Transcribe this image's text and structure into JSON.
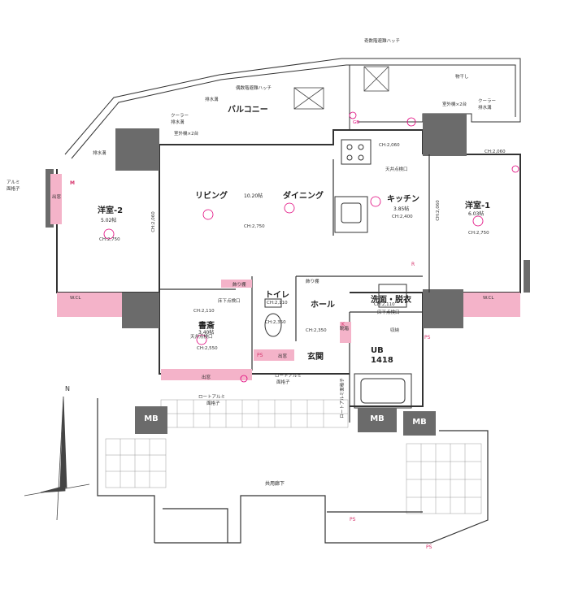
{
  "rooms": {
    "balcony": "バルコニー",
    "living": "リビング",
    "living_size": "10.20帖",
    "dining": "ダイニング",
    "kitchen": "キッチン",
    "kitchen_size": "3.85帖",
    "bedroom2": "洋室-2",
    "bedroom2_size": "5.02帖",
    "bedroom1": "洋室-1",
    "bedroom1_size": "6.03帖",
    "study": "書斎",
    "study_size": "3.40帖",
    "toilet": "トイレ",
    "hall": "ホール",
    "washroom": "洗面・脱衣",
    "entrance": "玄関",
    "ub": "UB",
    "ub_size": "1418",
    "corridor": "共用廊下"
  },
  "ceiling": {
    "living": "CH:2,750",
    "bedroom2": "CH:2,750",
    "bedroom2_side": "CH:2,060",
    "bedroom1": "CH:2,750",
    "bedroom1_top": "CH:2,060",
    "bedroom1_side": "CH:2,060",
    "kitchen_top": "CH:2,060",
    "kitchen": "CH:2,400",
    "study_top": "CH:2,110",
    "study": "CH:2,550",
    "toilet": "CH:2,110",
    "wash": "CH:2,110",
    "hall_a": "CH:2,350",
    "hall_b": "CH:2,350"
  },
  "notes": {
    "odd_hatch": "奇数階避難ハッチ",
    "even_hatch": "偶数階避難ハッチ",
    "drain": "排水溝",
    "drain2": "排水溝",
    "cooler_drain_l_1": "クーラー",
    "cooler_drain_l_2": "排水溝",
    "cooler_drain_r_1": "クーラー",
    "cooler_drain_r_2": "排水溝",
    "outdoor_unit_l": "室外機×2台",
    "outdoor_unit_r": "室外機×2台",
    "drying": "物干し",
    "aluminum_grid_1": "アルミ",
    "aluminum_grid_2": "面格子",
    "bay_window_l": "出窓",
    "bay_window_study": "出窓",
    "bay_window_toilet": "出窓",
    "gb": "GB",
    "ceiling_hatch_kitchen": "天井点検口",
    "ceiling_hatch_study": "天井点検口",
    "ceiling_hatch_wash": "床下点検口",
    "floor_hatch": "床下点検口",
    "wcl_l": "W.CL",
    "wcl_r": "W.CL",
    "deco_shelf_1": "飾り棚",
    "deco_shelf_2": "飾り棚",
    "storage": "収納",
    "shoes": "靴箱",
    "low_grid_1": "ロートアルミ",
    "low_grid_2": "面格子",
    "low_grid_study_1": "ロートアルミ",
    "low_grid_study_2": "面格子",
    "low_grid_r": "ロートアルミ面格子",
    "mb1": "MB",
    "mb2": "MB",
    "mb3": "MB",
    "ps1": "PS",
    "ps2": "PS",
    "ps3": "PS",
    "ps4": "PS",
    "north": "N",
    "m": "M",
    "r": "R",
    "k": "K"
  },
  "colors": {
    "wall": "#6b6b6b",
    "pink": "#f4b3c9",
    "magenta": "#e0007a",
    "line": "#333333"
  }
}
